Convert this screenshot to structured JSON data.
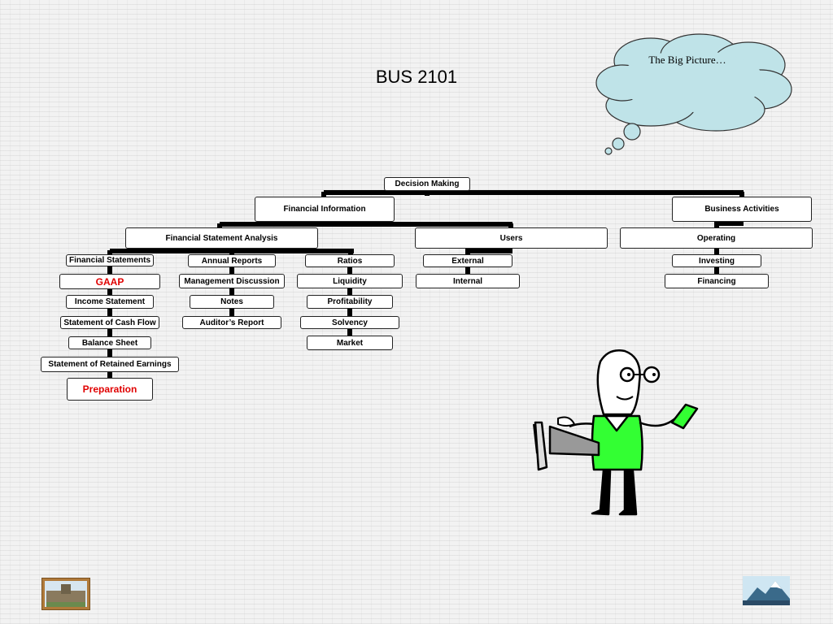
{
  "slide": {
    "title": "BUS 2101",
    "thought_bubble": "The Big Picture…"
  },
  "diagram": {
    "root": "Decision Making",
    "level1": {
      "financial_information": "Financial Information",
      "business_activities": "Business Activities"
    },
    "level2": {
      "fsa": "Financial Statement Analysis",
      "users": "Users",
      "operating": "Operating"
    },
    "financial_statements_column": [
      "Financial Statements",
      "GAAP",
      "Income Statement",
      "Statement of Cash Flow",
      "Balance Sheet",
      "Statement of Retained Earnings",
      "Preparation"
    ],
    "annual_reports_column": [
      "Annual Reports",
      "Management Discussion",
      "Notes",
      "Auditor’s Report"
    ],
    "ratios_column": [
      "Ratios",
      "Liquidity",
      "Profitability",
      "Solvency",
      "Market"
    ],
    "users_column": [
      "External",
      "Internal"
    ],
    "operating_column": [
      "Investing",
      "Financing"
    ],
    "highlight_color": "#e00000",
    "vest_color": "#33ff33",
    "cloud_color": "#bfe3e8"
  }
}
